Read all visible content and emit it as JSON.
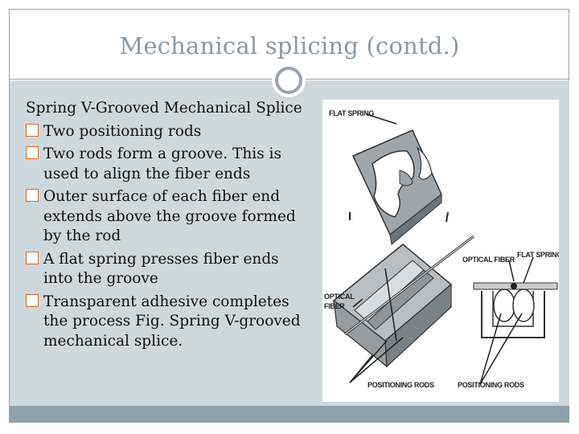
{
  "slide": {
    "title": "Mechanical splicing (contd.)",
    "heading": "Spring V-Grooved Mechanical Splice",
    "bullets": [
      "Two positioning rods",
      "Two rods form a groove. This is used to align the fiber ends",
      "Outer surface of each fiber end extends above the groove formed by the rod",
      "A flat spring presses fiber ends into the groove",
      "Transparent adhesive completes the process Fig. Spring V-grooved mechanical splice."
    ]
  },
  "figure": {
    "labels": {
      "flat_spring_top": "FLAT SPRING",
      "flat_spring_right": "FLAT SPRING",
      "optical_fiber_right": "OPTICAL FIBER",
      "optical_left_1": "OPTICAL",
      "optical_left_2": "FIBER",
      "positioning_rods_left": "POSITIONING RODS",
      "positioning_rods_right": "POSITIONING RODS"
    }
  },
  "colors": {
    "title": "#8a9aa6",
    "content_bg": "#cfd8dd",
    "bottom_bar": "#8ea1ab",
    "bullet_border": "#d46a2a"
  }
}
